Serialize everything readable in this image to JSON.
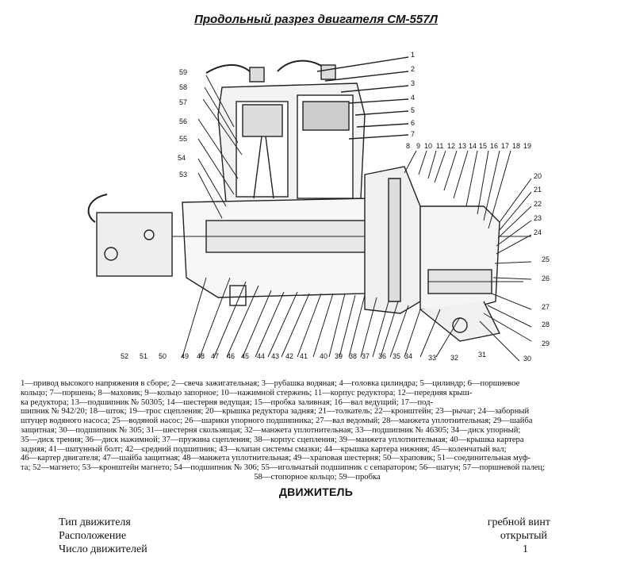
{
  "title": "Продольный разрез двигателя СМ-557Л",
  "callouts": [
    "1",
    "2",
    "3",
    "4",
    "5",
    "6",
    "7",
    "8",
    "9",
    "10",
    "11",
    "12",
    "13",
    "14",
    "15",
    "16",
    "17",
    "18",
    "19",
    "20",
    "21",
    "22",
    "23",
    "24",
    "25",
    "26",
    "27",
    "28",
    "29",
    "30",
    "31",
    "32",
    "33",
    "34",
    "35",
    "36",
    "37",
    "38",
    "39",
    "40",
    "41",
    "42",
    "43",
    "44",
    "45",
    "46",
    "47",
    "48",
    "49",
    "50",
    "51",
    "52",
    "53",
    "54",
    "55",
    "56",
    "57",
    "58",
    "59"
  ],
  "legend_lines": [
    "1—привод высокого напряжения в сборе; 2—свеча зажигательная; 3—рубашка водяная; 4—головка цилиндра; 5—цилиндр; 6—поршневое",
    "кольцо; 7—поршень; 8—маховик; 9—кольцо запорное; 10—нажимной стержень; 11—корпус редуктора; 12—передняя крыш-",
    "ка редуктора; 13—подшипник № 50305; 14—шестерня ведущая; 15—пробка заливная; 16—вал ведущий; 17—под-",
    "шипник № 942/20; 18—шток; 19—трос сцепления; 20—крышка редуктора задняя; 21—толкатель; 22—кронштейн; 23—рычаг; 24—заборный",
    "штуцер водяного насоса; 25—водяной насос; 26—шарики упорного подшипника; 27—вал ведомый; 28—манжета уплотнительная; 29—шайба",
    "защитная; 30—подшипник № 305; 31—шестерня скользящая; 32—манжета уплотнительная; 33—подшипник № 46305; 34—диск упорный;",
    "35—диск трения; 36—диск нажимной; 37—пружина сцепления; 38—корпус сцепления; 39—манжета уплотнительная; 40—крышка картера",
    "задняя; 41—шатунный болт; 42—средний подшипник; 43—клапан системы смазки; 44—крышка картера нижняя; 45—коленчатый вал;",
    "46—картер двигателя; 47—шайба защитная; 48—манжета уплотнительная; 49—храповая шестерня; 50—храповик; 51—соединительная муф-",
    "та; 52—магнето; 53—кронштейн магнето; 54—подшипник № 306; 55—игольчатый подшипник с сепаратором; 56—шатун; 57—поршневой палец;",
    "58—стопорное кольцо; 59—пробка"
  ],
  "section_title": "ДВИЖИТЕЛЬ",
  "specs": [
    {
      "label": "Тип движителя",
      "value": "гребной винт"
    },
    {
      "label": "Расположение",
      "value": "открытый"
    },
    {
      "label": "Число движителей",
      "value": "1"
    }
  ]
}
